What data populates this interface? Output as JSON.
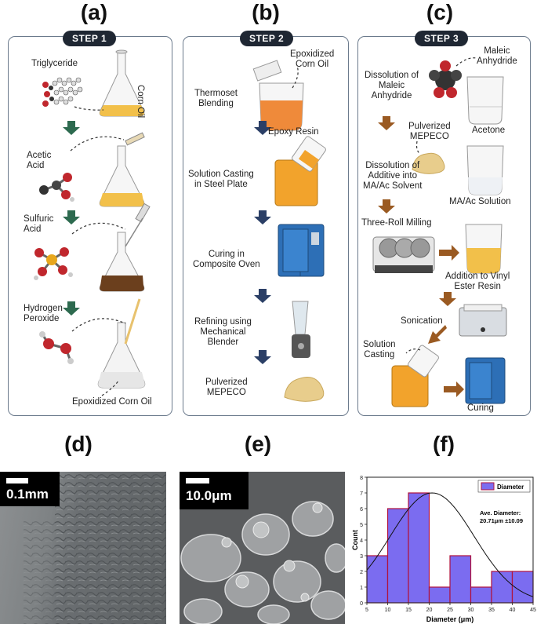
{
  "panels": {
    "a": {
      "letter": "(a)",
      "step": "STEP 1",
      "labels": {
        "triglyceride": "Triglyceride",
        "corn_oil": "Corn Oil",
        "acetic_acid": "Acetic\nAcid",
        "sulfuric_acid": "Sulfuric\nAcid",
        "hydrogen_peroxide": "Hydrogen\nPeroxide",
        "epoxidized_corn_oil": "Epoxidized Corn Oil"
      }
    },
    "b": {
      "letter": "(b)",
      "step": "STEP 2",
      "labels": {
        "epoxidized_corn_oil": "Epoxidized\nCorn Oil",
        "thermoset_blending": "Thermoset\nBlending",
        "epoxy_resin": "Epoxy Resin",
        "solution_casting": "Solution Casting\nin Steel Plate",
        "curing": "Curing in\nComposite Oven",
        "refining": "Refining using\nMechanical\nBlender",
        "pulverized": "Pulverized\nMEPECO"
      }
    },
    "c": {
      "letter": "(c)",
      "step": "STEP 3",
      "labels": {
        "maleic_anhydride": "Maleic\nAnhydride",
        "dissolution_ma": "Dissolution of\nMaleic\nAnhydride",
        "acetone": "Acetone",
        "pulverized": "Pulverized\nMEPECO",
        "dissolution_additive": "Dissolution of\nAdditive into\nMA/Ac Solvent",
        "ma_ac_solution": "MA/Ac Solution",
        "three_roll": "Three-Roll Milling",
        "addition_vinyl": "Addition to Vinyl\nEster Resin",
        "sonication": "Sonication",
        "solution_casting": "Solution\nCasting",
        "curing": "Curing"
      }
    },
    "d": {
      "letter": "(d)",
      "scale": "0.1mm"
    },
    "e": {
      "letter": "(e)",
      "scale": "10.0μm"
    },
    "f": {
      "letter": "(f)"
    }
  },
  "chart_data": {
    "type": "bar",
    "title": "",
    "xlabel": "Diameter (μm)",
    "ylabel": "Count",
    "xlim": [
      5,
      45
    ],
    "ylim": [
      0,
      8
    ],
    "x_ticks": [
      5,
      10,
      15,
      20,
      25,
      30,
      35,
      40,
      45
    ],
    "y_ticks": [
      0,
      1,
      2,
      3,
      4,
      5,
      6,
      7,
      8
    ],
    "bins": [
      [
        5,
        10
      ],
      [
        10,
        15
      ],
      [
        15,
        20
      ],
      [
        20,
        25
      ],
      [
        25,
        30
      ],
      [
        30,
        35
      ],
      [
        35,
        40
      ],
      [
        40,
        45
      ]
    ],
    "values": [
      3,
      6,
      7,
      1,
      3,
      1,
      2,
      2
    ],
    "legend": {
      "label": "Diameter",
      "position": "top-right"
    },
    "fit_curve": {
      "type": "normal",
      "mean": 20.71,
      "std": 10.09,
      "peak": 7
    },
    "annotation": "Ave. Diameter:\n20.71μm ±10.09",
    "colors": {
      "bar": "#7b6cf0",
      "bar_edge": "#b0123c",
      "curve": "#111111"
    }
  }
}
